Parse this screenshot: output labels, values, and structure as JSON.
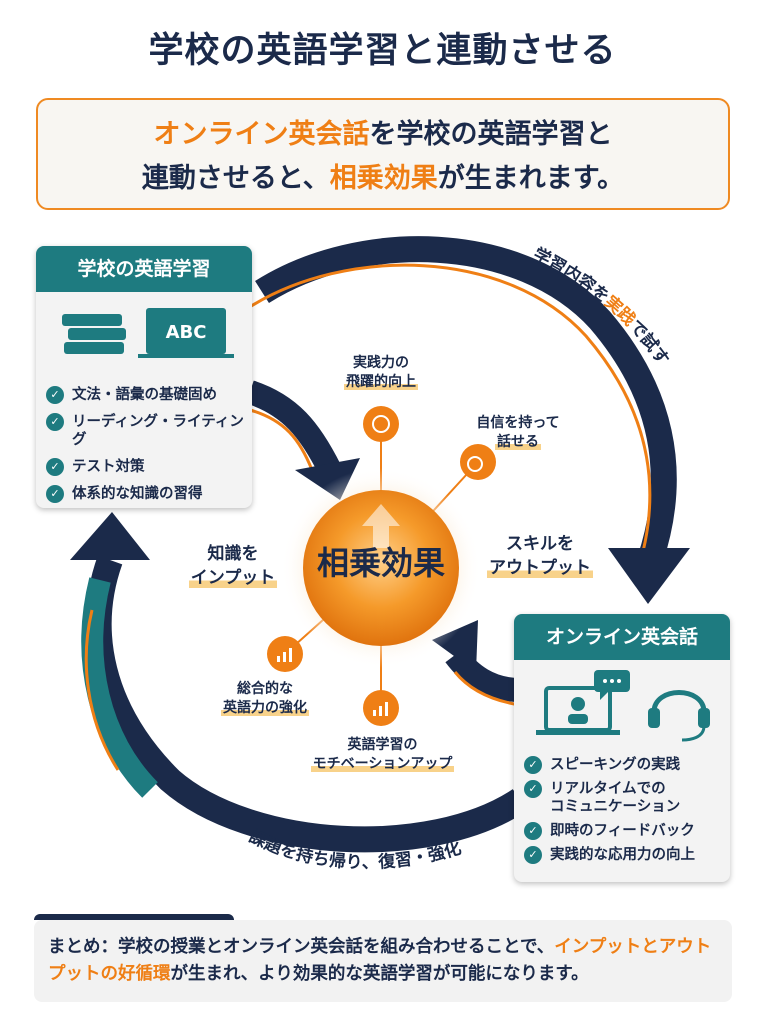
{
  "title": "学校の英語学習と連動させる",
  "lead": {
    "line1_highlight": "オンライン英会話",
    "line1_rest": "を学校の英語学習と",
    "line2_start": "連動させると、",
    "line2_highlight": "相乗効果",
    "line2_end": "が生まれます。"
  },
  "school_card": {
    "heading": "学校の英語学習",
    "board_text": "ABC",
    "items": [
      "文法・語彙の基礎固め",
      "リーディング・ライティング",
      "テスト対策",
      "体系的な知識の習得"
    ]
  },
  "online_card": {
    "heading": "オンライン英会話",
    "items": [
      "スピーキングの実践",
      "リアルタイムでの\nコミュニケーション",
      "即時のフィードバック",
      "実践的な応用力の向上"
    ]
  },
  "center": "相乗効果",
  "arrow_top_right": {
    "part1": "学習内容を",
    "highlight": "実践",
    "part2": "で試す"
  },
  "arrow_bottom_left": "課題を持ち帰り、復習・強化",
  "input_label": {
    "line1": "知識を",
    "line2": "インプット"
  },
  "output_label": {
    "line1": "スキルを",
    "line2": "アウトプット"
  },
  "benefits": {
    "top": {
      "line1": "実践力の",
      "line2": "飛躍的向上"
    },
    "top_right": {
      "line1": "自信を持って",
      "line2": "話せる"
    },
    "bottom_left": {
      "line1": "総合的な",
      "line2": "英語力の強化"
    },
    "bottom": {
      "line1": "英語学習の",
      "line2": "モチベーションアップ"
    }
  },
  "summary": {
    "prefix": "まとめ：学校の授業とオンライン英会話を組み合わせることで、",
    "highlight": "インプットとアウトプットの好循環",
    "suffix": "が生まれ、より効果的な英語学習が可能になります。"
  },
  "colors": {
    "navy": "#1b2a4a",
    "teal": "#1e7b80",
    "orange": "#ef7f15"
  }
}
